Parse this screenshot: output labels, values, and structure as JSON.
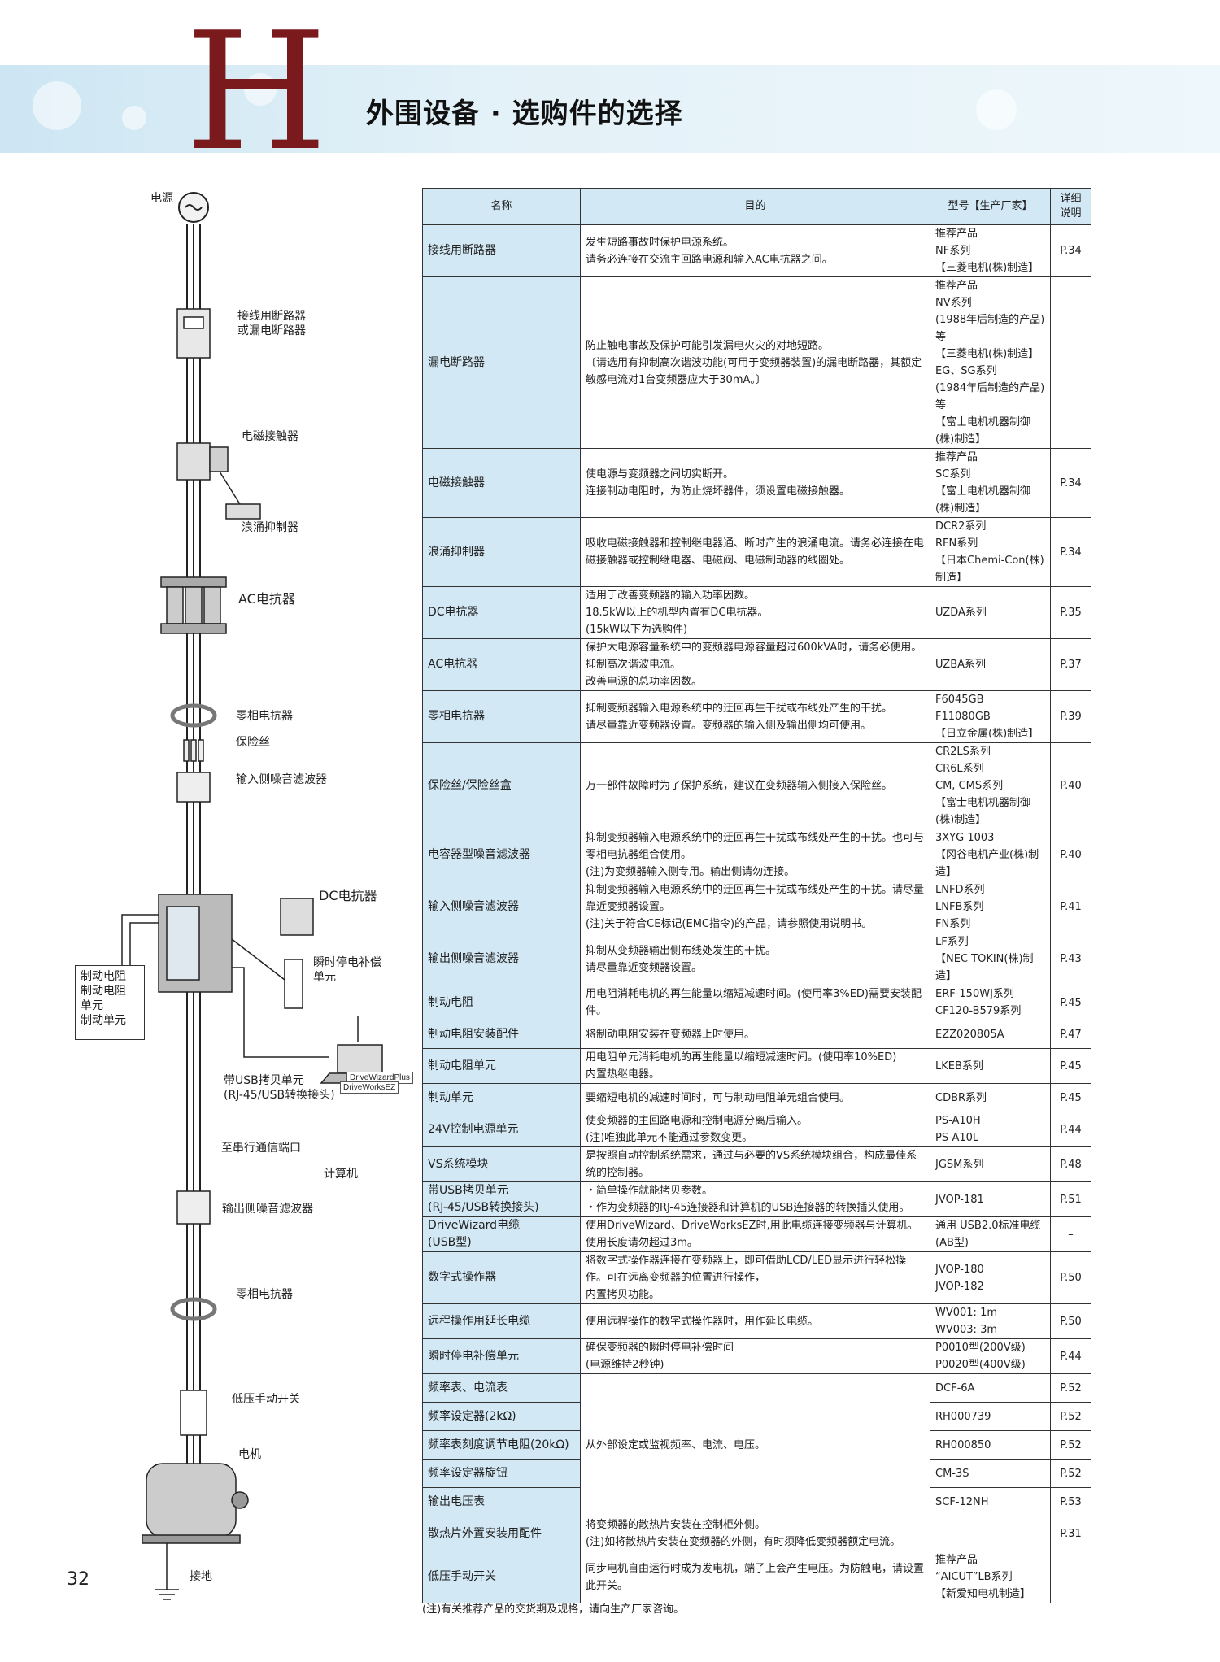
{
  "header": {
    "letter": "H",
    "title": "外围设备 · 选购件的选择"
  },
  "page_number": "32",
  "diagram": {
    "labels": {
      "power": "电源",
      "breaker": "接线用断路器\n或漏电断路器",
      "contactor": "电磁接触器",
      "surge": "浪涌抑制器",
      "ac_reactor": "AC电抗器",
      "zero_phase_1": "零相电抗器",
      "fuse": "保险丝",
      "input_filter": "输入侧噪音滤波器",
      "dc_reactor": "DC电抗器",
      "ups": "瞬时停电补偿\n单元",
      "brake_box": [
        "制动电阻",
        "制动电阻",
        "单元",
        "制动单元"
      ],
      "usb_unit": "带USB拷贝单元\n(RJ-45/USB转换接头)",
      "software_1": "DriveWizardPlus",
      "software_2": "DriveWorksEZ",
      "serial_port": "至串行通信端口",
      "pc": "计算机",
      "output_filter": "输出侧噪音滤波器",
      "zero_phase_2": "零相电抗器",
      "lv_switch": "低压手动开关",
      "motor": "电机",
      "ground": "接地"
    }
  },
  "table": {
    "headers": [
      "名称",
      "目的",
      "型号【生产厂家】",
      "详细\n说明"
    ],
    "rows": [
      {
        "name": "接线用断路器",
        "purpose": "发生短路事故时保护电源系统。\n请务必连接在交流主回路电源和输入AC电抗器之间。",
        "model": "推荐产品\nNF系列\n【三菱电机(株)制造】",
        "ref": "P.34"
      },
      {
        "name": "漏电断路器",
        "purpose": "防止触电事故及保护可能引发漏电火灾的对地短路。\n〔请选用有抑制高次谐波功能(可用于变频器装置)的漏电断路器，其额定敏感电流对1台变频器应大于30mA。〕",
        "model": "推荐产品\nNV系列\n(1988年后制造的产品)等\n【三菱电机(株)制造】\nEG、SG系列\n(1984年后制造的产品)等\n【富士电机机器制御(株)制造】",
        "ref": "–"
      },
      {
        "name": "电磁接触器",
        "purpose": "使电源与变频器之间切实断开。\n连接制动电阻时，为防止烧坏器件，须设置电磁接触器。",
        "model": "推荐产品\nSC系列\n【富士电机机器制御(株)制造】",
        "ref": "P.34"
      },
      {
        "name": "浪涌抑制器",
        "purpose": "吸收电磁接触器和控制继电器通、断时产生的浪涌电流。请务必连接在电磁接触器或控制继电器、电磁阀、电磁制动器的线圈处。",
        "model": "DCR2系列\nRFN系列\n【日本Chemi-Con(株)制造】",
        "ref": "P.34"
      },
      {
        "name": "DC电抗器",
        "purpose": "适用于改善变频器的输入功率因数。\n18.5kW以上的机型内置有DC电抗器。\n(15kW以下为选购件)",
        "model": "UZDA系列",
        "ref": "P.35"
      },
      {
        "name": "AC电抗器",
        "purpose": "保护大电源容量系统中的变频器电源容量超过600kVA时，请务必使用。\n抑制高次谐波电流。\n改善电源的总功率因数。",
        "model": "UZBA系列",
        "ref": "P.37"
      },
      {
        "name": "零相电抗器",
        "purpose": "抑制变频器输入电源系统中的迂回再生干扰或布线处产生的干扰。\n请尽量靠近变频器设置。变频器的输入侧及输出侧均可使用。",
        "model": "F6045GB\nF11080GB\n【日立金属(株)制造】",
        "ref": "P.39"
      },
      {
        "name": "保险丝/保险丝盒",
        "purpose": "万一部件故障时为了保护系统，建议在变频器输入侧接入保险丝。",
        "model": "CR2LS系列\nCR6L系列\nCM, CMS系列\n【富士电机机器制御(株)制造】",
        "ref": "P.40"
      },
      {
        "name": "电容器型噪音滤波器",
        "purpose": "抑制变频器输入电源系统中的迂回再生干扰或布线处产生的干扰。也可与零相电抗器组合使用。\n(注)为变频器输入侧专用。输出侧请勿连接。",
        "model": "3XYG 1003\n【冈谷电机产业(株)制造】",
        "ref": "P.40"
      },
      {
        "name": "输入侧噪音滤波器",
        "purpose": "抑制变频器输入电源系统中的迂回再生干扰或布线处产生的干扰。请尽量靠近变频器设置。\n(注)关于符合CE标记(EMC指令)的产品，请参照使用说明书。",
        "model": "LNFD系列\nLNFB系列\nFN系列",
        "ref": "P.41"
      },
      {
        "name": "输出侧噪音滤波器",
        "purpose": "抑制从变频器输出侧布线处发生的干扰。\n请尽量靠近变频器设置。",
        "model": "LF系列\n【NEC TOKIN(株)制造】",
        "ref": "P.43"
      },
      {
        "name": "制动电阻",
        "purpose": "用电阻消耗电机的再生能量以缩短减速时间。(使用率3%ED)需要安装配件。",
        "model": "ERF-150WJ系列\nCF120-B579系列",
        "ref": "P.45"
      },
      {
        "name": "制动电阻安装配件",
        "purpose": "将制动电阻安装在变频器上时使用。",
        "model": "EZZ020805A",
        "ref": "P.47"
      },
      {
        "name": "制动电阻单元",
        "purpose": "用电阻单元消耗电机的再生能量以缩短减速时间。(使用率10%ED)\n内置热继电器。",
        "model": "LKEB系列",
        "ref": "P.45"
      },
      {
        "name": "制动单元",
        "purpose": "要缩短电机的减速时间时，可与制动电阻单元组合使用。",
        "model": "CDBR系列",
        "ref": "P.45"
      },
      {
        "name": "24V控制电源单元",
        "purpose": "使变频器的主回路电源和控制电源分离后输入。\n(注)唯独此单元不能通过参数变更。",
        "model": "PS-A10H\nPS-A10L",
        "ref": "P.44"
      },
      {
        "name": "VS系统模块",
        "purpose": "是按照自动控制系统需求，通过与必要的VS系统模块组合，构成最佳系统的控制器。",
        "model": "JGSM系列",
        "ref": "P.48"
      },
      {
        "name": "带USB拷贝单元\n(RJ-45/USB转换接头)",
        "purpose": "・简单操作就能拷贝参数。\n・作为变频器的RJ-45连接器和计算机的USB连接器的转换插头使用。",
        "model": "JVOP-181",
        "ref": "P.51"
      },
      {
        "name": "DriveWizard电缆\n(USB型)",
        "purpose": "使用DriveWizard、DriveWorksEZ时,用此电缆连接变频器与计算机。使用长度请勿超过3m。",
        "model": "通用 USB2.0标准电缆(AB型)",
        "ref": "–"
      },
      {
        "name": "数字式操作器",
        "purpose": "将数字式操作器连接在变频器上，即可借助LCD/LED显示进行轻松操作。可在远离变频器的位置进行操作，\n内置拷贝功能。",
        "model": "JVOP-180\nJVOP-182",
        "ref": "P.50"
      },
      {
        "name": "远程操作用延长电缆",
        "purpose": "使用远程操作的数字式操作器时，用作延长电缆。",
        "model": "WV001: 1m\nWV003: 3m",
        "ref": "P.50"
      },
      {
        "name": "瞬时停电补偿单元",
        "purpose": "确保变频器的瞬时停电补偿时间\n(电源维持2秒钟)",
        "model": "P0010型(200V级)\nP0020型(400V级)",
        "ref": "P.44"
      }
    ],
    "meter_group": {
      "names": [
        "频率表、电流表",
        "频率设定器(2kΩ)",
        "频率表刻度调节电阻(20kΩ)",
        "频率设定器旋钮",
        "输出电压表"
      ],
      "purpose": "从外部设定或监视频率、电流、电压。",
      "models": [
        "DCF-6A",
        "RH000739",
        "RH000850",
        "CM-3S",
        "SCF-12NH"
      ],
      "refs": [
        "P.52",
        "P.52",
        "P.52",
        "P.52",
        "P.53"
      ]
    },
    "tail_rows": [
      {
        "name": "散热片外置安装用配件",
        "purpose": "将变频器的散热片安装在控制柜外侧。\n(注)如将散热片安装在变频器的外侧，有时须降低变频器额定电流。",
        "model": "–",
        "ref": "P.31"
      },
      {
        "name": "低压手动开关",
        "purpose": "同步电机自由运行时成为发电机，端子上会产生电压。为防触电，请设置此开关。",
        "model": "推荐产品\n“AICUT”LB系列\n【新爱知电机制造】",
        "ref": "–"
      }
    ]
  },
  "footnote": "(注)有关推荐产品的交货期及规格，请向生产厂家咨询。"
}
